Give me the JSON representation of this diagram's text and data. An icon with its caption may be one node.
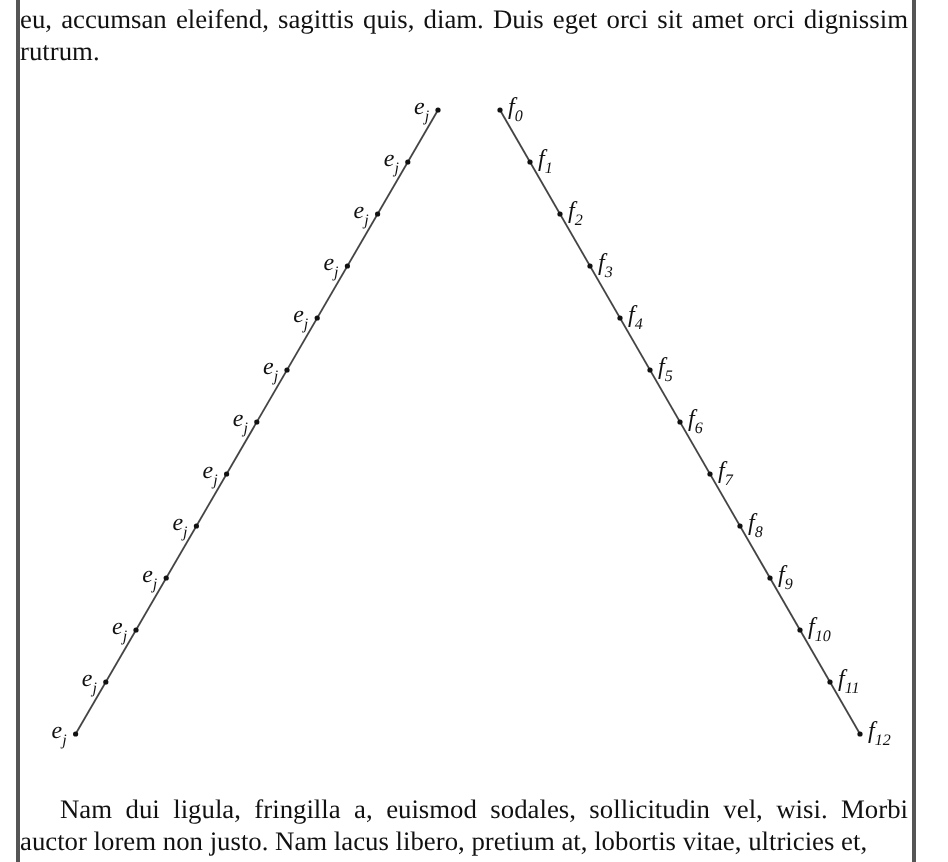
{
  "diagram": {
    "labels": [
      "eu, accumsan eleifend, sagittis quis, diam. Duis eget orci sit amet orci dignissim rutrum.",
      "e$_{j}$",
      "f$_{0}$",
      "e$_{j}$",
      "f$_{1}$",
      "e$_{j}$",
      "f$_{2}$",
      "e$_{j}$",
      "f$_{3}$",
      "e$_{j}$",
      "f$_{4}$",
      "e$_{j}$",
      "f$_{5}$",
      "e$_{j}$",
      "f$_{6}$",
      "e$_{j}$",
      "f$_{7}$",
      "e$_{j}$",
      "f$_{8}$",
      "e$_{j}$",
      "f$_{9}$",
      "e$_{j}$",
      "f$_{10}$",
      "e$_{j}$",
      "f$_{11}$",
      "e$_{j}$",
      "f$_{12}$",
      "Nam dui ligula, fringilla a, euismod sodales, sollicitudin vel, wisi. Morbi auctor lorem non justo. Nam lacus libero, pretium at, lobortis vitae, ultricies et,"
    ]
  }
}
